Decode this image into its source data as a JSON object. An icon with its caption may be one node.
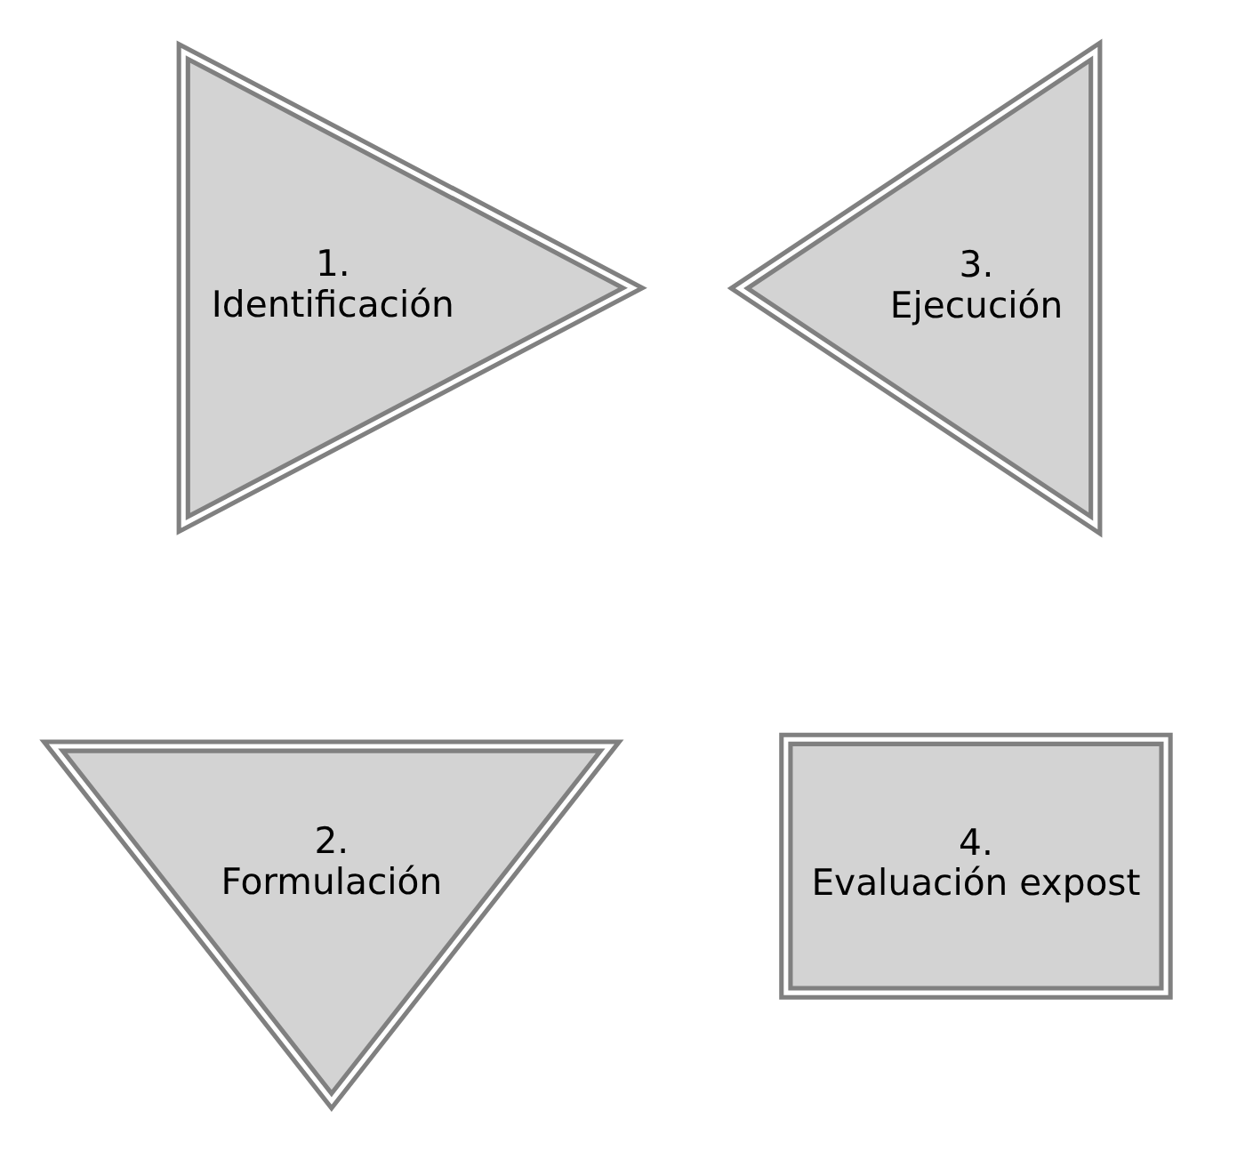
{
  "diagram": {
    "nodes": [
      {
        "text": [
          "1.",
          "Identificación"
        ]
      },
      {
        "text": [
          "2.",
          "Formulación"
        ]
      },
      {
        "text": [
          "4.",
          "Evaluación expost"
        ]
      },
      {
        "text": [
          "3.",
          "Ejecución"
        ]
      }
    ]
  }
}
